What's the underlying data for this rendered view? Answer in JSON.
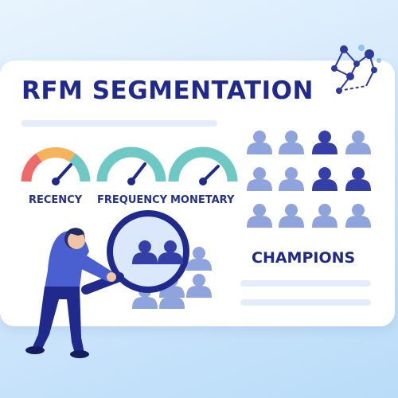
{
  "title": "RFM SEGMENTATION",
  "gauges": [
    {
      "label": "RECENCY",
      "level": 0.75
    },
    {
      "label": "FREQUENCY",
      "level": 0.6
    },
    {
      "label": "MONETARY",
      "level": 0.72
    }
  ],
  "segment": {
    "label": "CHAMPIONS"
  },
  "colors": {
    "navy": "#1f2a8c",
    "person_light": "#8fa3dd",
    "person_dark": "#3440a8",
    "gauge_teal": "#6ec9c4",
    "gauge_orange": "#f6b35b",
    "gauge_red": "#ef6b6b"
  },
  "icons": [
    "network-icon",
    "magnifier-icon",
    "person-icon",
    "gauge-icon"
  ]
}
